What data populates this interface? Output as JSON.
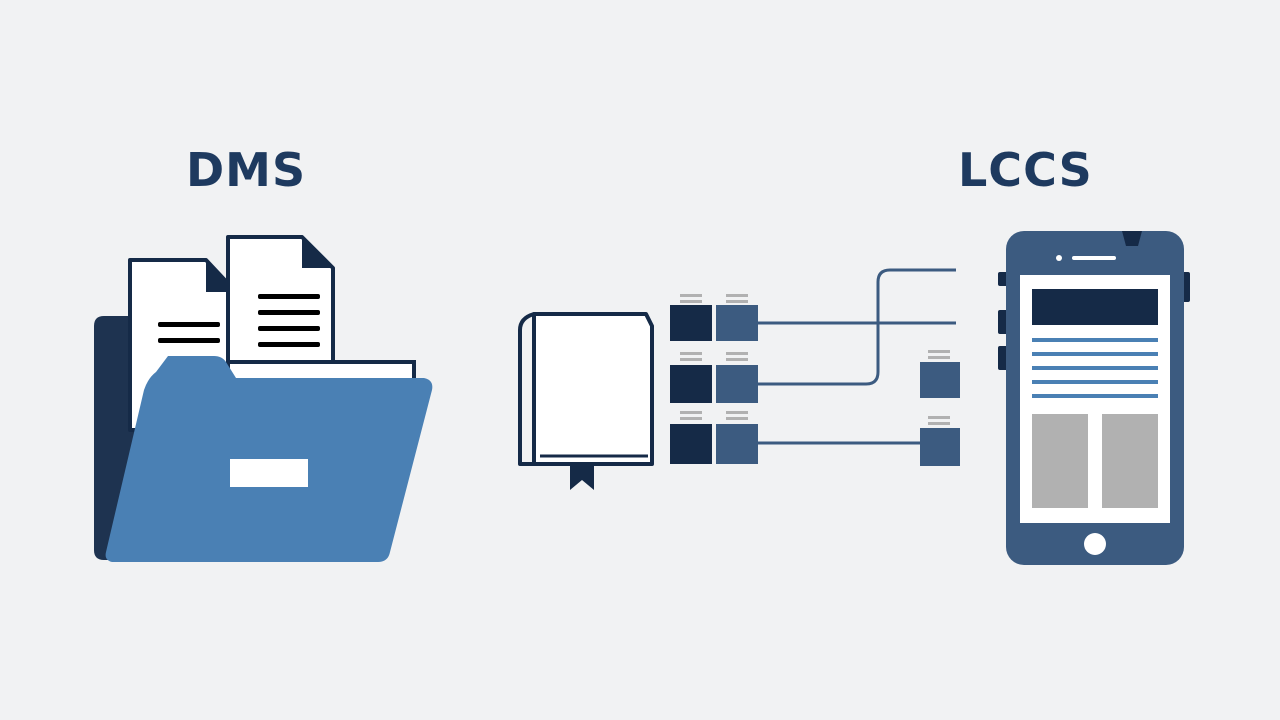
{
  "left_system": {
    "label": "DMS",
    "icon": "folder-with-documents-icon"
  },
  "right_system": {
    "label": "LCCS",
    "icon": "smartphone-icon"
  },
  "connector": {
    "icons": [
      "book-icon",
      "data-block-icon",
      "connection-line"
    ]
  },
  "colors": {
    "background": "#f1f2f3",
    "navy": "#1e3350",
    "dark_navy": "#152a47",
    "steel_blue": "#4a80b4",
    "mid_blue": "#3c5b80",
    "light_gray": "#b1b1b1",
    "title_color": "#1e3a5f"
  }
}
